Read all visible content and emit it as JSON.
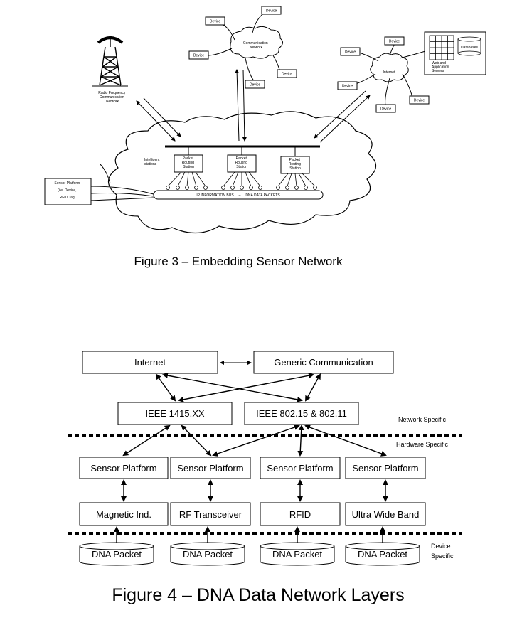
{
  "figure3": {
    "caption": "Figure 3 – Embedding Sensor Network",
    "tower_label": [
      "Radio Frequency",
      "Communication",
      "Network"
    ],
    "comm_network_label": [
      "Communication",
      "Network"
    ],
    "internet_label": "Internet",
    "device_label": "Device",
    "databases_label": "Databases",
    "server_label": [
      "Web and",
      "Application",
      "Servers"
    ],
    "intelligent_stations_label": [
      "Intelligent",
      "stations"
    ],
    "routing_station_label": [
      "Packet",
      "Routing",
      "Station"
    ],
    "bus_label": "IP INFORMATION BUS     –     DNA DATA PACKETS",
    "sensor_platform_label": [
      "Sensor Platform",
      "(i.e. Device,",
      "RFID Tag)"
    ]
  },
  "figure4": {
    "caption": "Figure 4 – DNA Data Network Layers",
    "internet": "Internet",
    "generic_communication": "Generic Communication",
    "ieee_1415": "IEEE 1415.XX",
    "ieee_802": "IEEE 802.15 & 802.11",
    "network_specific": "Network Specific",
    "hardware_specific": "Hardware Specific",
    "device_specific": [
      "Device",
      "Specific"
    ],
    "sensor_platform": "Sensor Platform",
    "devices": [
      "Magnetic Ind.",
      "RF Transceiver",
      "RFID",
      "Ultra Wide Band"
    ],
    "dna_packet": "DNA Packet"
  }
}
